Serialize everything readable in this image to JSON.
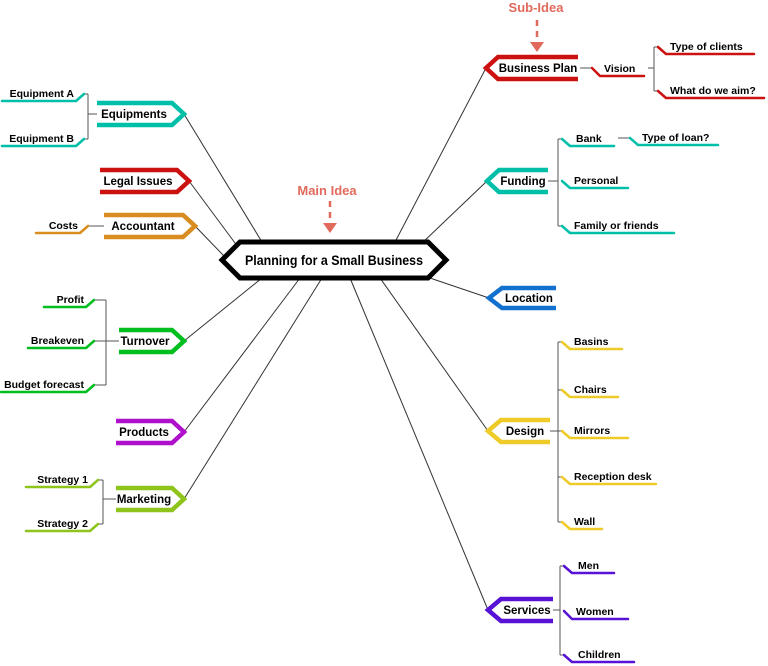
{
  "center": {
    "label": "Planning for a Small Business",
    "border_color": "#000000"
  },
  "annotations": {
    "main_idea": {
      "label": "Main Idea"
    },
    "sub_idea": {
      "label": "Sub-Idea"
    },
    "color": "#E06A5C"
  },
  "connector_color": "#333333",
  "bracket_color": "#555555",
  "branches": [
    {
      "label": "Equipments",
      "color": "#00BFA8",
      "children": [
        "Equipment A",
        "Equipment B"
      ]
    },
    {
      "label": "Legal Issues",
      "color": "#CC1111",
      "children": []
    },
    {
      "label": "Accountant",
      "color": "#D98C1F",
      "children": [
        "Costs"
      ]
    },
    {
      "label": "Turnover",
      "color": "#00BE1E",
      "children": [
        "Profit",
        "Breakeven",
        "Budget forecast"
      ]
    },
    {
      "label": "Products",
      "color": "#AE10CC",
      "children": []
    },
    {
      "label": "Marketing",
      "color": "#8EC41C",
      "children": [
        "Strategy 1",
        "Strategy 2"
      ]
    },
    {
      "label": "Business Plan",
      "color": "#CC1111",
      "children": [
        "Vision"
      ],
      "grandchildren": [
        "Type of clients",
        "What do we aim?"
      ]
    },
    {
      "label": "Funding",
      "color": "#00BFA8",
      "children": [
        "Bank",
        "Personal",
        "Family or friends"
      ],
      "grandchildren": [
        "Type of loan?"
      ]
    },
    {
      "label": "Location",
      "color": "#1271CE",
      "children": []
    },
    {
      "label": "Design",
      "color": "#EFCB2A",
      "children": [
        "Basins",
        "Chairs",
        "Mirrors",
        "Reception desk",
        "Wall"
      ]
    },
    {
      "label": "Services",
      "color": "#5812D6",
      "children": [
        "Men",
        "Women",
        "Children"
      ]
    }
  ]
}
